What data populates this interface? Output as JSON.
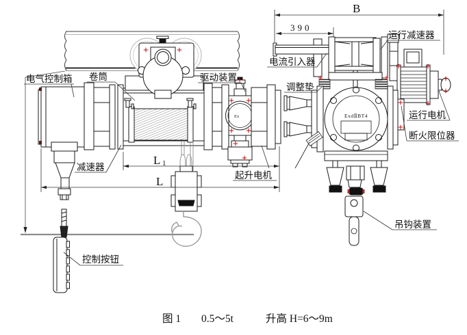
{
  "diagram": {
    "caption": {
      "fig": "图 1",
      "capacity": "0.5～5t",
      "lift": "升高 H=6～9m"
    },
    "side_view": {
      "labels": {
        "electric_control_box": "电气控制箱",
        "drum": "卷筒",
        "drive_device": "驱动装置",
        "reducer": "减速器",
        "hoisting_motor": "起升电机",
        "control_buttons": "控制按钮"
      },
      "dimensions": {
        "L": "L",
        "L1_base": "L",
        "L1_sub": "1"
      }
    },
    "end_view": {
      "labels": {
        "current_collector": "电流引入器",
        "travel_reducer": "运行减速器",
        "adjusting_pad": "调整垫",
        "travel_motor": "运行电机",
        "fire_break_limiter": "断火限位器",
        "hook_device": "吊钩装置"
      },
      "dimensions": {
        "B": "B",
        "arm_length": "390"
      },
      "markings": {
        "ex_rating": "ExdⅡBT4",
        "drive_ex": "Ex"
      }
    },
    "colors": {
      "line": "#1a1a1a",
      "light_line": "#a8a8a8",
      "ground_line": "#8c8c8c",
      "accent_red": "#c01010"
    }
  }
}
